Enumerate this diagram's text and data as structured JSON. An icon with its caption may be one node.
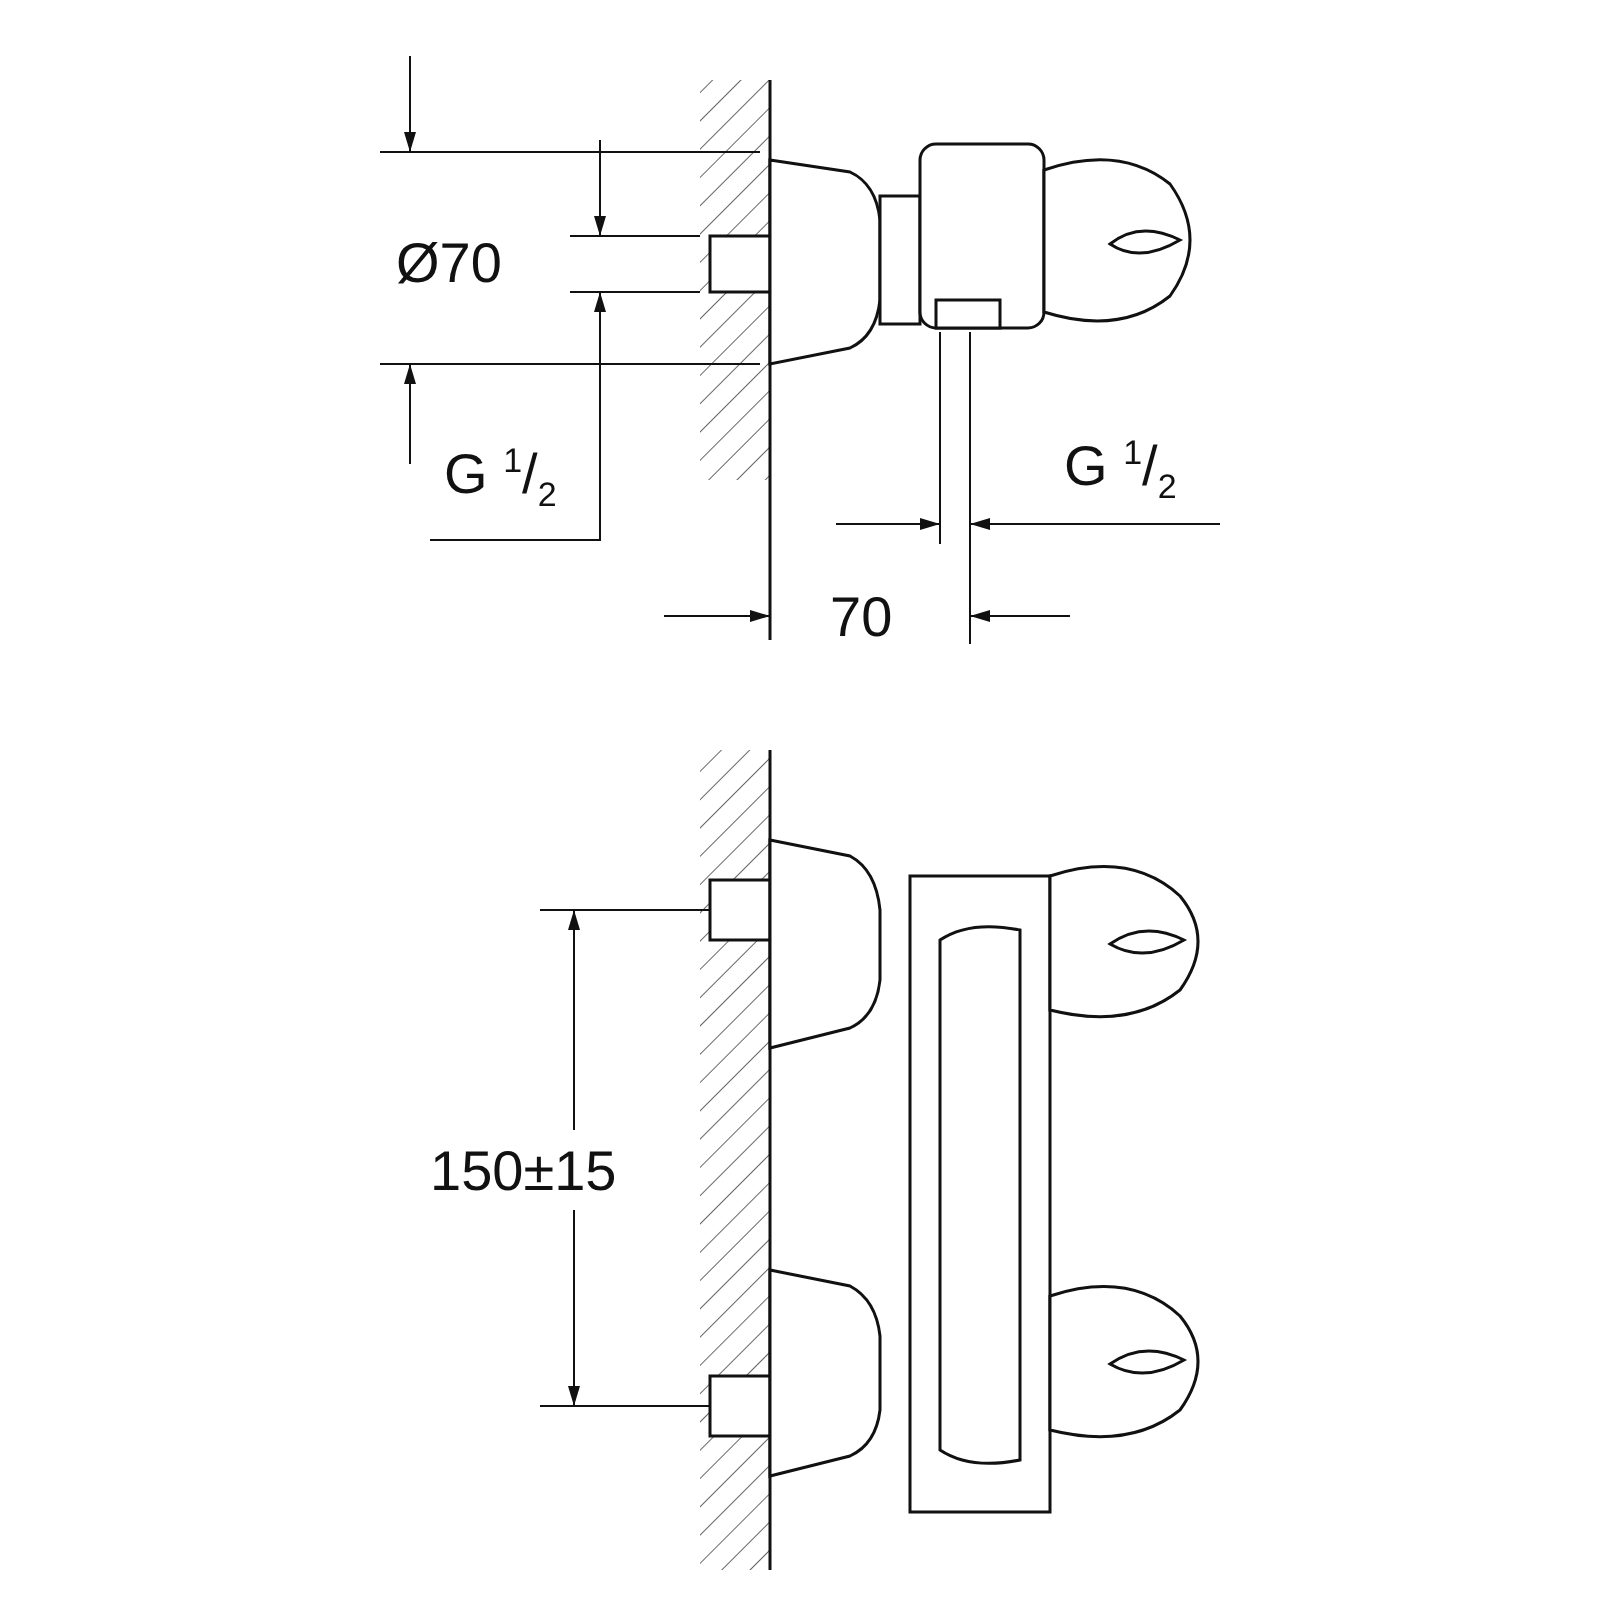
{
  "diagram": {
    "labels": [
      "Ø70",
      "G $^{1}$/$_{2}$",
      "G $^{1}$/$_{2}$",
      "70",
      "150±15"
    ]
  }
}
